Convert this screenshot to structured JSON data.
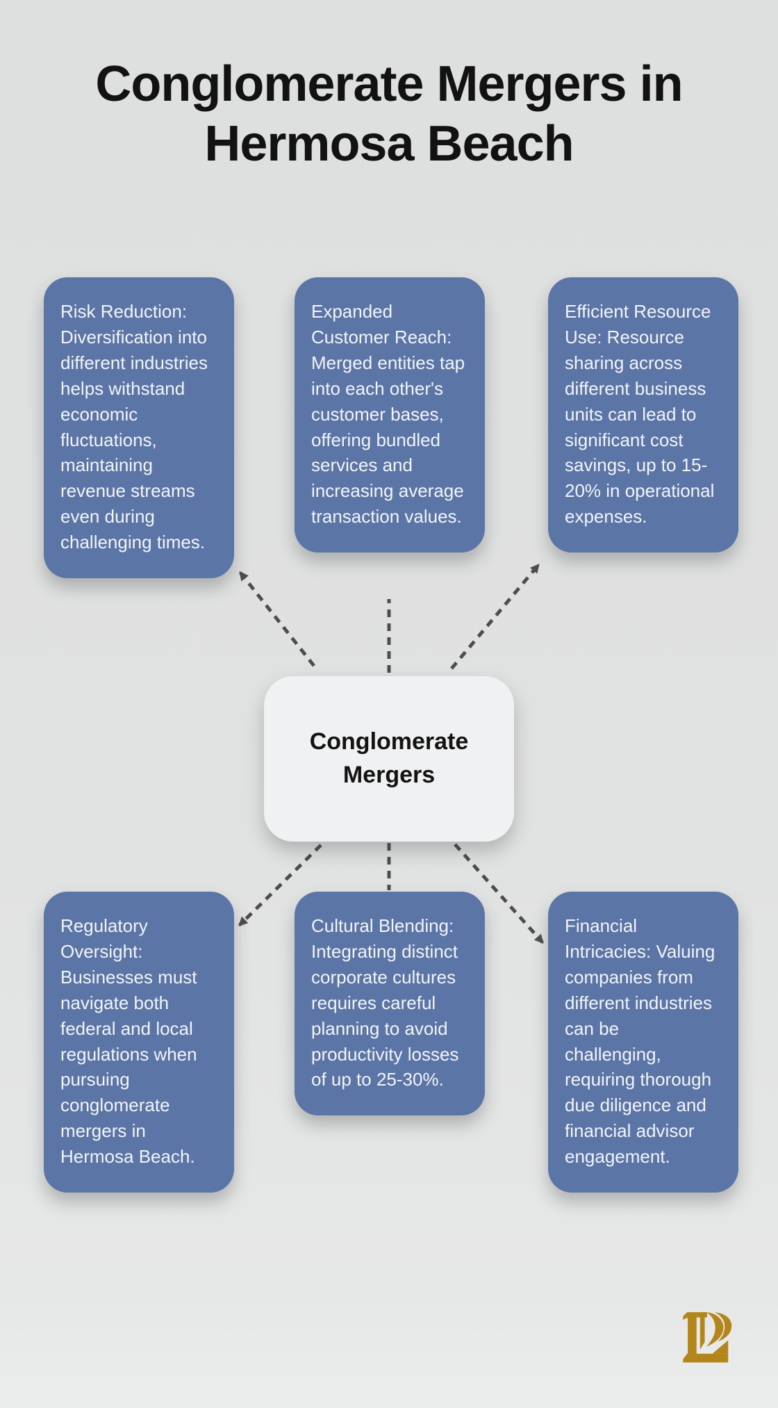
{
  "title": "Conglomerate Mergers in Hermosa Beach",
  "center": {
    "label": "Conglomerate Mergers"
  },
  "nodes": [
    {
      "id": "risk-reduction",
      "text": "Risk Reduction: Diversification into different industries helps withstand economic fluctuations, maintaining revenue streams even during challenging times."
    },
    {
      "id": "expanded-customer-reach",
      "text": "Expanded Customer Reach: Merged entities tap into each other's customer bases, offering bundled services and increasing average transaction values."
    },
    {
      "id": "efficient-resource-use",
      "text": "Efficient Resource Use: Resource sharing across different business units can lead to significant cost savings, up to 15-20% in operational expenses."
    },
    {
      "id": "regulatory-oversight",
      "text": "Regulatory Oversight: Businesses must navigate both federal and local regulations when pursuing conglomerate mergers in Hermosa Beach."
    },
    {
      "id": "cultural-blending",
      "text": "Cultural Blending: Integrating distinct corporate cultures requires careful planning to avoid productivity losses of up to 25-30%."
    },
    {
      "id": "financial-intricacies",
      "text": "Financial Intricacies: Valuing companies from different industries can be challenging, requiring thorough due diligence and financial advisor engagement."
    }
  ],
  "colors": {
    "background": "#e0e1e1",
    "node_fill": "#5b75a7",
    "node_text": "#f3f4f6",
    "center_fill": "#f0f1f2",
    "title_text": "#121212",
    "connector": "#4d4d4d",
    "logo_gold": "#b3861c"
  },
  "logo": {
    "glyph": "PL-monogram"
  }
}
